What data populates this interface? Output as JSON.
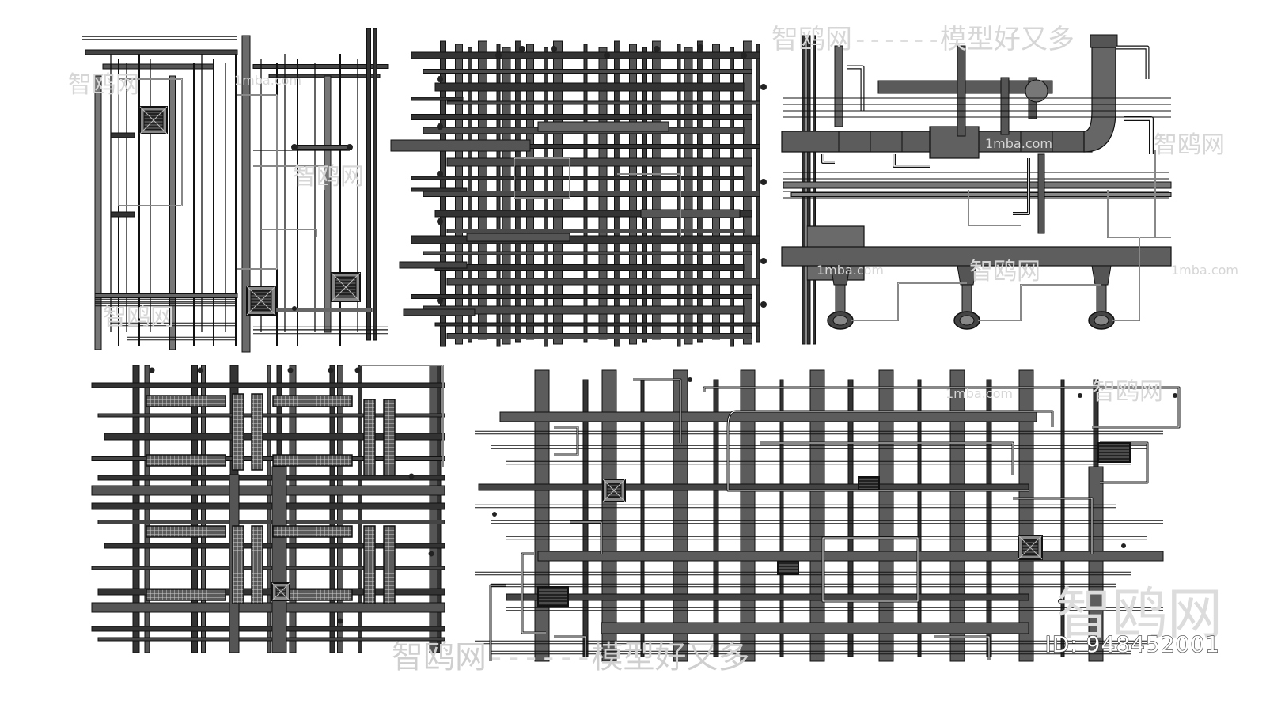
{
  "image_id_label": "ID: 948452001",
  "watermarks": {
    "brand": "智鸥网",
    "slogan": "模型好又多",
    "site": "1mba.com",
    "dashes": "------"
  },
  "panels": [
    {
      "id": "panel-1",
      "content": "vertical-pipe-bundle"
    },
    {
      "id": "panel-2",
      "content": "pipe-grid"
    },
    {
      "id": "panel-3",
      "content": "duct-assembly"
    },
    {
      "id": "panel-4",
      "content": "cable-tray-grid"
    },
    {
      "id": "panel-5",
      "content": "mixed-pipe-network"
    }
  ],
  "colors": {
    "pipe": "#3a3a3a",
    "pipe_fill": "#6a6a6a",
    "outline": "#111111",
    "watermark": "#d6d6d6"
  }
}
